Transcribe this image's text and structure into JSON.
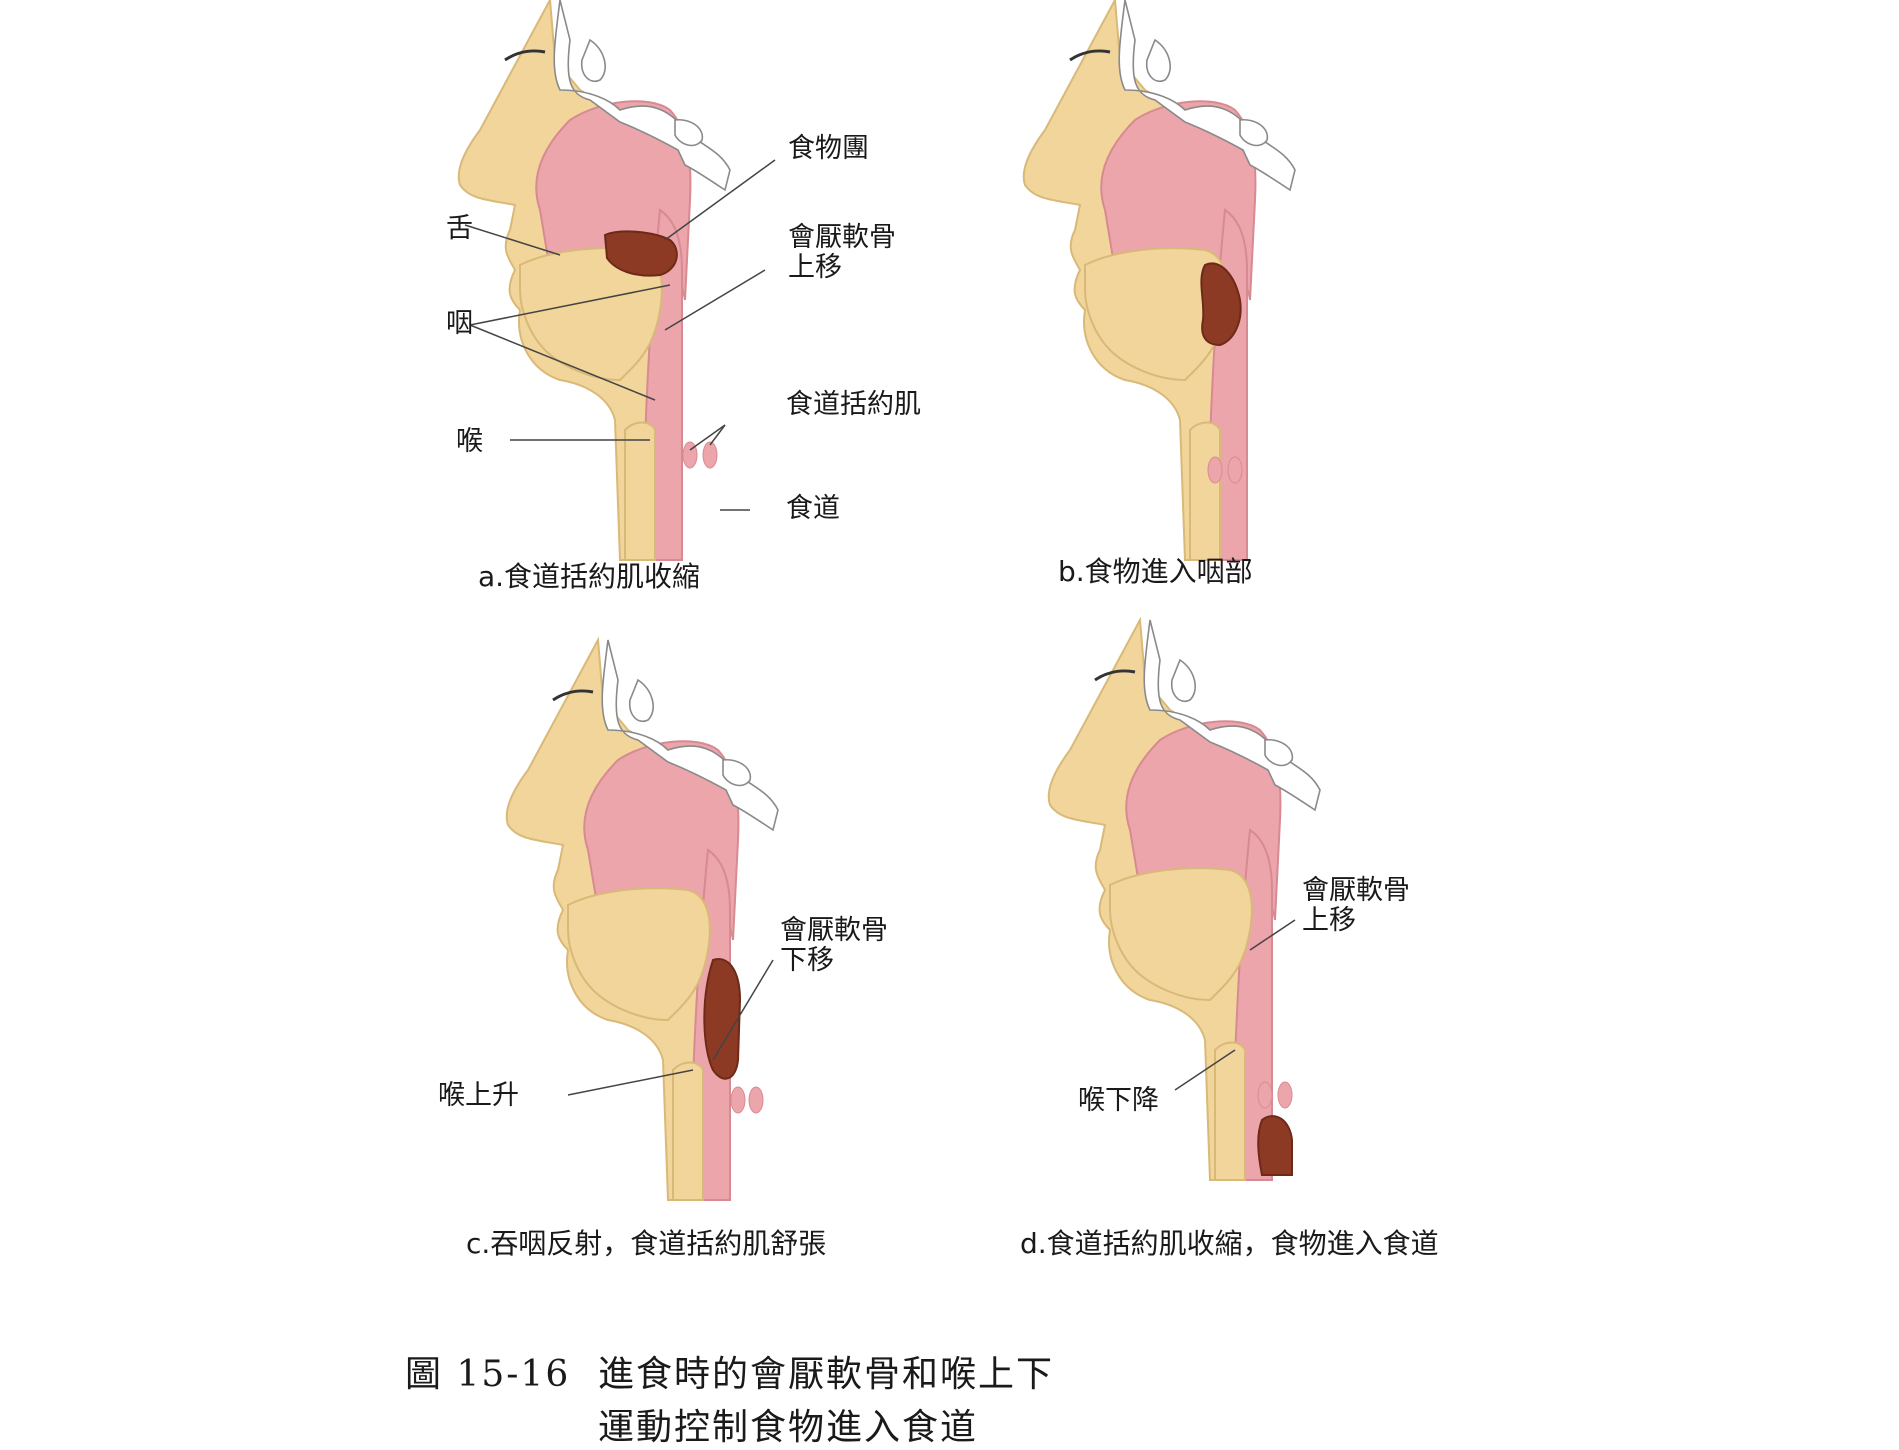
{
  "panels": {
    "a": {
      "caption": "a.食道括約肌收縮",
      "labels": {
        "bolus": "食物團",
        "epiglottis_1": "會厭軟骨",
        "epiglottis_2": "上移",
        "tongue": "舌",
        "pharynx": "咽",
        "larynx": "喉",
        "sphincter": "食道括約肌",
        "esophagus": "食道"
      }
    },
    "b": {
      "caption": "b.食物進入咽部"
    },
    "c": {
      "caption": "c.吞咽反射，食道括約肌舒張",
      "labels": {
        "epiglottis_1": "會厭軟骨",
        "epiglottis_2": "下移",
        "larynx": "喉上升"
      }
    },
    "d": {
      "caption": "d.食道括約肌收縮，食物進入食道",
      "labels": {
        "epiglottis_1": "會厭軟骨",
        "epiglottis_2": "上移",
        "larynx": "喉下降"
      }
    }
  },
  "figure": {
    "number": "圖 15-16",
    "title_line1": "進食時的會厭軟骨和喉上下",
    "title_line2": "運動控制食物進入食道"
  },
  "colors": {
    "skin": "#f1d59a",
    "pink": "#eca5ab",
    "pink_dark": "#e38a93",
    "bolus": "#8c3a24",
    "bone": "#ffffff",
    "line": "#555555"
  }
}
